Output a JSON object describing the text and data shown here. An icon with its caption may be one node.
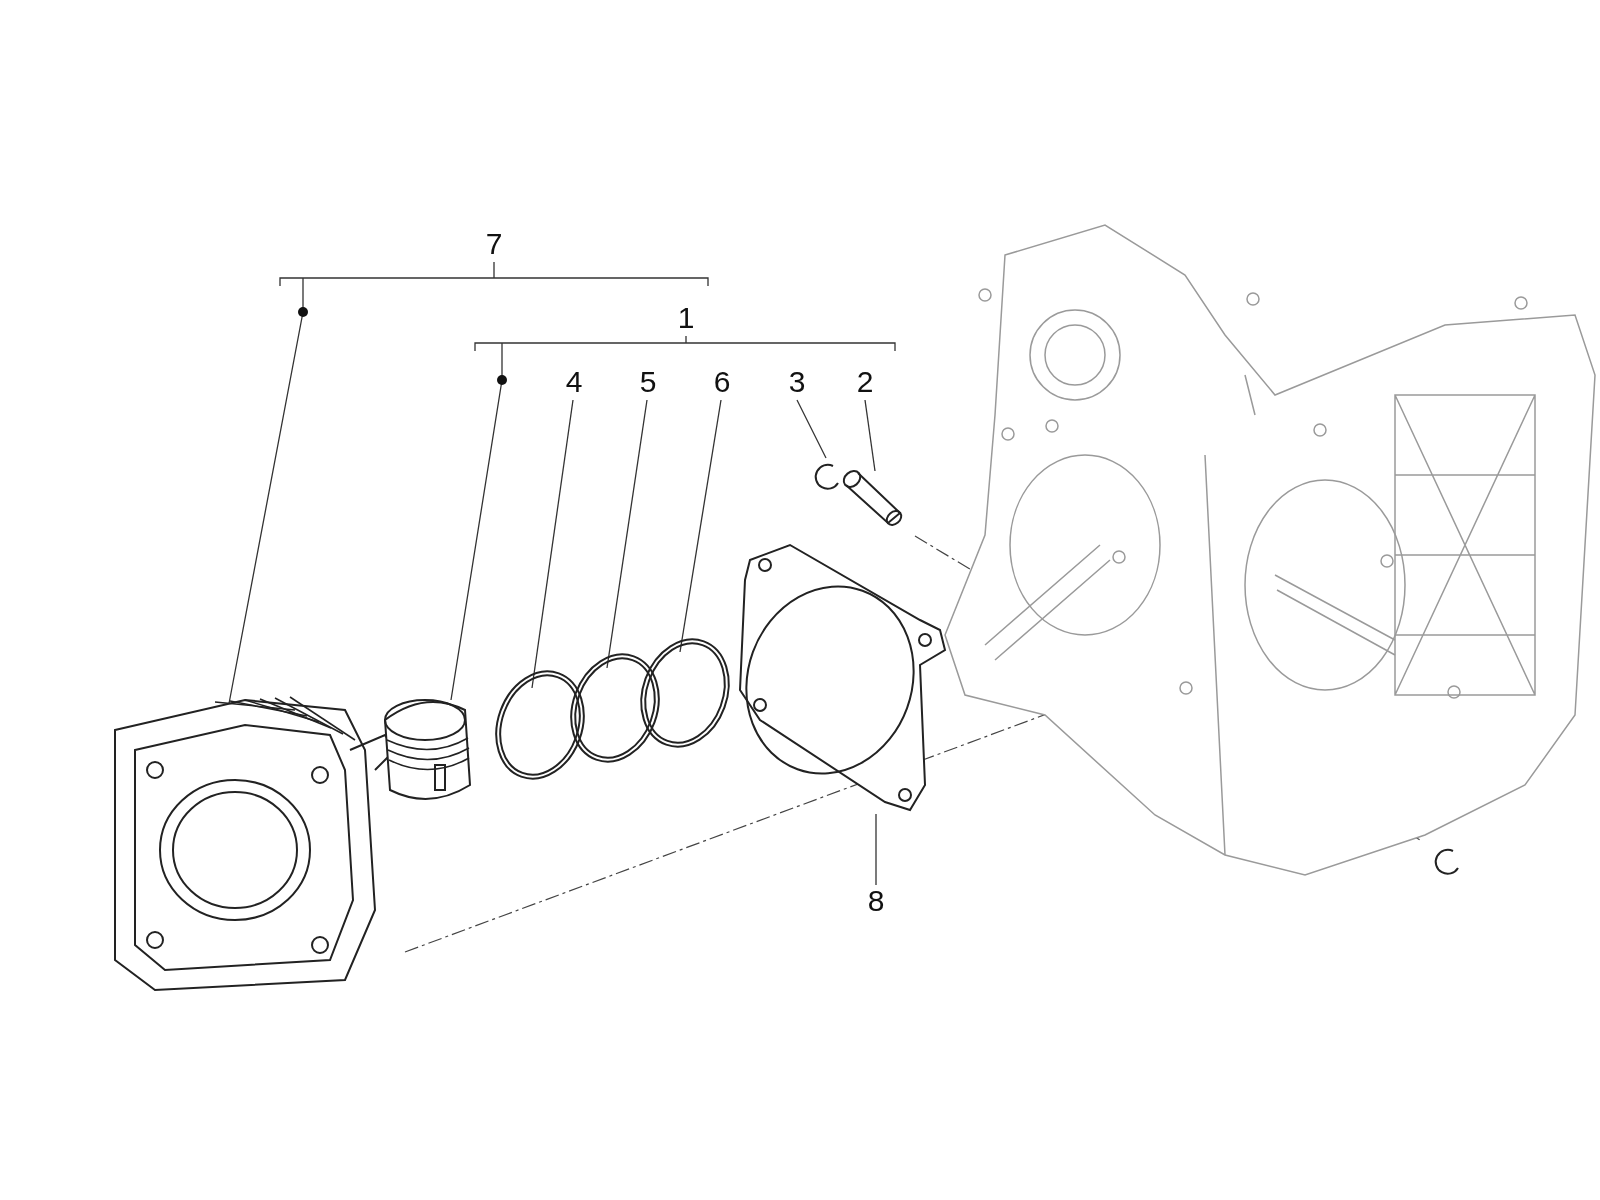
{
  "diagram": {
    "nodes": [
      {
        "text": [
          "7"
        ]
      },
      {
        "text": [
          "1"
        ]
      },
      {
        "text": [
          "4"
        ]
      },
      {
        "text": [
          "5"
        ]
      },
      {
        "text": [
          "6"
        ]
      },
      {
        "text": [
          "3"
        ]
      },
      {
        "text": [
          "2"
        ]
      },
      {
        "text": [],
        "shape": "picture"
      },
      {
        "text": [],
        "shape": "picture"
      },
      {
        "text": [],
        "shape": "picture"
      },
      {
        "text": [],
        "shape": "picture"
      },
      {
        "text": [],
        "shape": "picture"
      },
      {
        "text": [],
        "shape": "picture"
      },
      {
        "text": [],
        "shape": "picture"
      },
      {
        "text": [],
        "shape": "picture"
      },
      {
        "text": [],
        "shape": "picture"
      },
      {
        "text": [],
        "shape": "picture"
      },
      {
        "text": [
          "8"
        ]
      }
    ],
    "edges": [
      {
        "from": 0,
        "to": 7,
        "arrow": "none"
      },
      {
        "from": 1,
        "to": 8,
        "arrow": "none"
      },
      {
        "from": 2,
        "to": 9,
        "arrow": "none"
      },
      {
        "from": 3,
        "to": 10,
        "arrow": "none"
      },
      {
        "from": 4,
        "to": 11,
        "arrow": "none"
      },
      {
        "from": 5,
        "to": 12,
        "arrow": "none"
      },
      {
        "from": 6,
        "to": 13,
        "arrow": "none"
      },
      {
        "from": 17,
        "to": 14,
        "arrow": "none"
      }
    ]
  }
}
